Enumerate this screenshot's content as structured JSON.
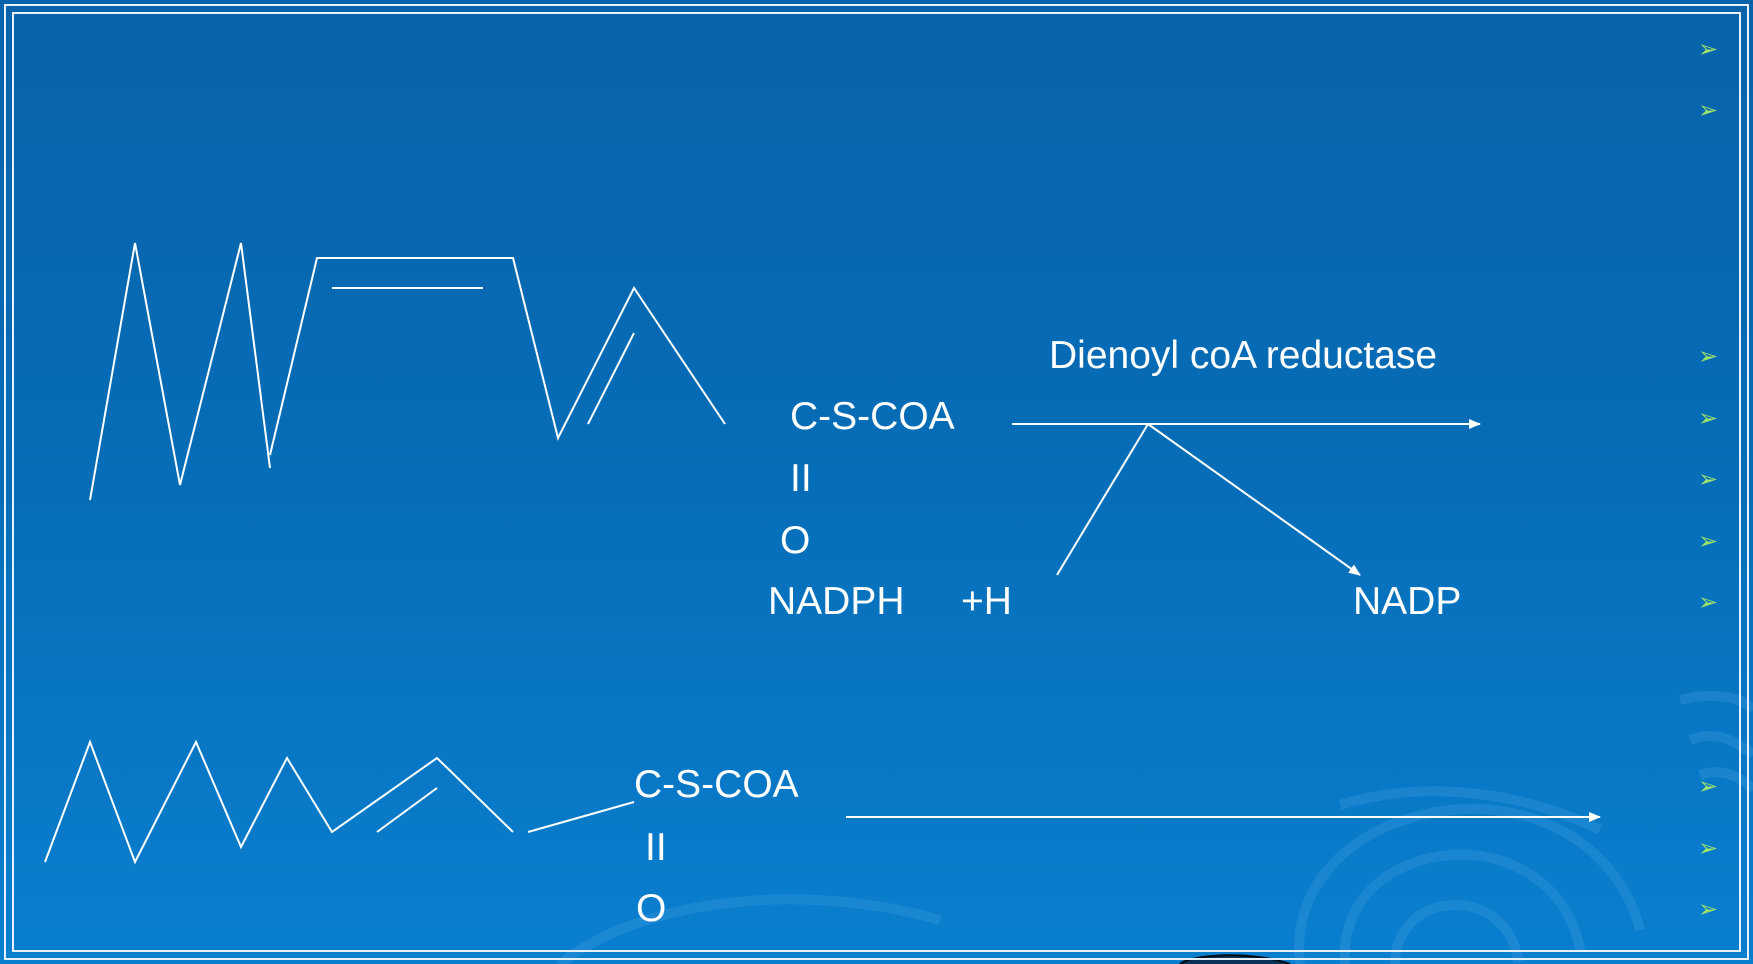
{
  "colors": {
    "background": "#0863ab",
    "frame": "#e8f1fb",
    "bullet": "#9ee36a",
    "text": "#ffffff"
  },
  "reaction1": {
    "substrate": {
      "group": "C-S-COA",
      "bond": "II",
      "oxygen": "O"
    },
    "enzyme": "Dienoyl coA reductase",
    "cofactor_in": {
      "name": "NADPH",
      "proton": "+H"
    },
    "cofactor_out": "NADP"
  },
  "reaction2": {
    "substrate": {
      "group": "C-S-COA",
      "bond": "II",
      "oxygen": "O"
    }
  },
  "bullets": {
    "glyph": "➢",
    "count": 10
  }
}
